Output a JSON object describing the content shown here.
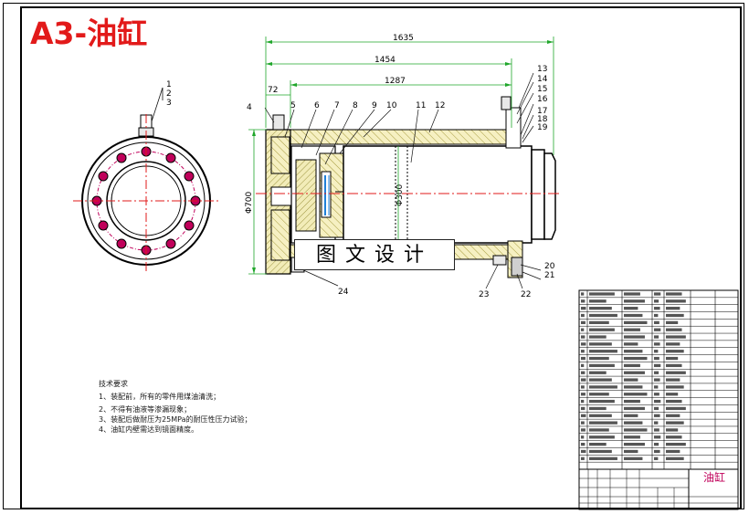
{
  "title": "A3-油缸",
  "watermark": "图文设计",
  "dimensions": {
    "overall": "1635",
    "body": "1454",
    "stroke": "1287",
    "flange_offset": "72",
    "height": "Φ700",
    "bore": "Φ300"
  },
  "leader_labels": [
    "1",
    "2",
    "3",
    "4",
    "5",
    "6",
    "7",
    "8",
    "9",
    "10",
    "11",
    "12",
    "13",
    "14",
    "15",
    "16",
    "17",
    "18",
    "19",
    "20",
    "21",
    "22",
    "23",
    "24"
  ],
  "notes": {
    "heading": "技术要求",
    "items": [
      "1、装配前，所有的零件用煤油清洗；",
      "2、不得有油液等渗漏现象；",
      "3、装配后做耐压为25MPa的耐压性压力试验；",
      "4、油缸内壁需达到镜面精度。"
    ]
  },
  "title_block": {
    "part_name": "油缸"
  },
  "colors": {
    "title": "#e21a1a",
    "centerline": "#e21a1a",
    "dimension": "#1fa62a",
    "bolt_circle": "#c0005a",
    "hatch": "#b9b04a",
    "leader": "#111111"
  }
}
